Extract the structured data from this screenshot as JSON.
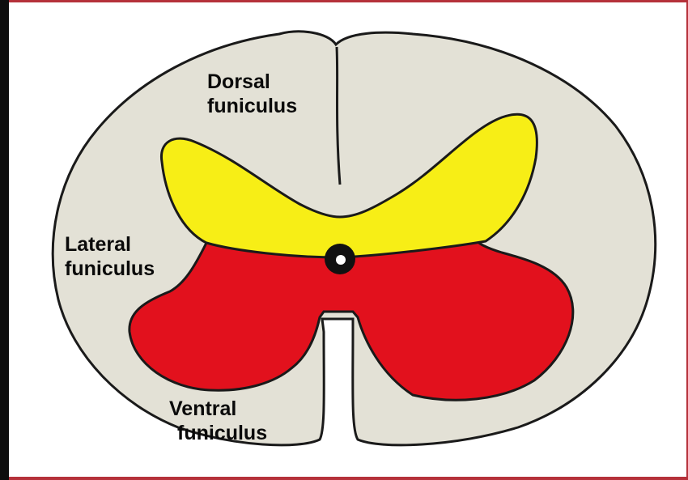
{
  "labels": {
    "dorsal": [
      "Dorsal",
      "funiculus"
    ],
    "lateral": [
      "Lateral",
      "funiculus"
    ],
    "ventral": [
      "Ventral",
      "funiculus"
    ]
  },
  "colors": {
    "white_matter": "#e3e1d6",
    "dorsal_horns": "#f7ee16",
    "ventral_horns": "#e2111d",
    "outline": "#1a1a1a",
    "frame": "#b5313a"
  }
}
